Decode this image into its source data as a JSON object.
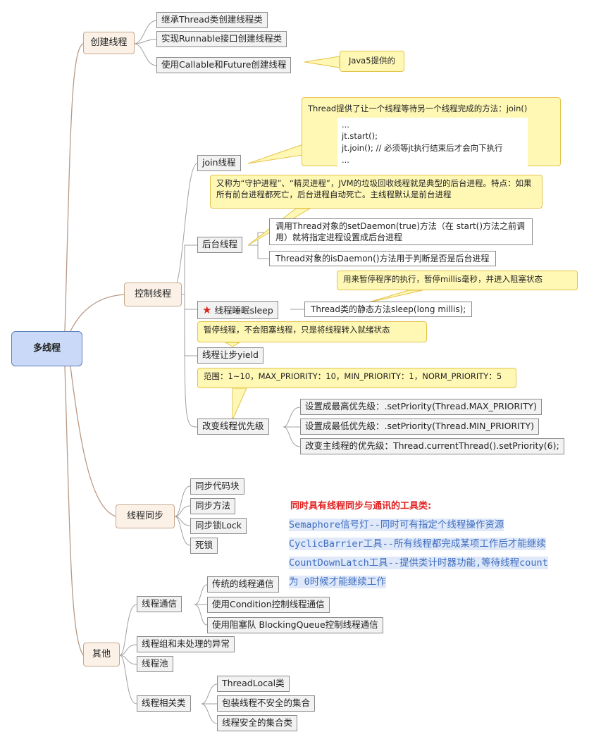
{
  "root": "多线程",
  "create": {
    "label": "创建线程",
    "items": [
      "继承Thread类创建线程类",
      "实现Runnable接口创建线程类",
      "使用Callable和Future创建线程"
    ],
    "note": "Java5提供的"
  },
  "control": {
    "label": "控制线程",
    "join": {
      "label": "join线程",
      "note_title": "Thread提供了让一个线程等待另一个线程完成的方法：join()",
      "code": [
        "...",
        "jt.start();",
        "jt.join(); // 必须等jt执行结束后才会向下执行",
        "..."
      ]
    },
    "daemon": {
      "label": "后台线程",
      "note": "又称为“守护进程”、“精灵进程”，JVM的垃圾回收线程就是典型的后台进程。特点：如果所有前台进程都死亡，后台进程自动死亡。主线程默认是前台进程",
      "items": [
        "调用Thread对象的setDaemon(true)方法（在 start()方法之前调用）就将指定进程设置成后台进程",
        "Thread对象的isDaemon()方法用于判断是否是后台进程"
      ]
    },
    "sleep": {
      "label": "线程睡眠sleep",
      "note": "用来暂停程序的执行，暂停millis毫秒，并进入阻塞状态",
      "item": "Thread类的静态方法sleep(long millis);"
    },
    "yield": {
      "label": "线程让步yield",
      "note": "暂停线程，不会阻塞线程，只是将线程转入就绪状态"
    },
    "priority": {
      "label": "改变线程优先级",
      "note": "范围：1~10，MAX_PRIORITY：10，MIN_PRIORITY：1，NORM_PRIORITY：5",
      "items": [
        "设置成最高优先级：.setPriority(Thread.MAX_PRIORITY)",
        "设置成最低优先级：.setPriority(Thread.MIN_PRIORITY)",
        "改变主线程的优先级：Thread.currentThread().setPriority(6);"
      ]
    }
  },
  "sync": {
    "label": "线程同步",
    "items": [
      "同步代码块",
      "同步方法",
      "同步锁Lock",
      "死锁"
    ],
    "tools_title": "同时具有线程同步与通讯的工具类:",
    "tools": [
      "Semaphore信号灯--同时可有指定个线程操作资源",
      "CyclicBarrier工具--所有线程都完成某项工作后才能继续",
      "CountDownLatch工具--提供类计时器功能,等待线程count",
      "为 0时候才能继续工作"
    ]
  },
  "other": {
    "label": "其他",
    "comm": {
      "label": "线程通信",
      "items": [
        "传统的线程通信",
        "使用Condition控制线程通信",
        "使用阻塞队 BlockingQueue控制线程通信"
      ]
    },
    "group": "线程组和未处理的异常",
    "pool": "线程池",
    "related": {
      "label": "线程相关类",
      "items": [
        "ThreadLocal类",
        "包装线程不安全的集合",
        "线程安全的集合类"
      ]
    }
  }
}
